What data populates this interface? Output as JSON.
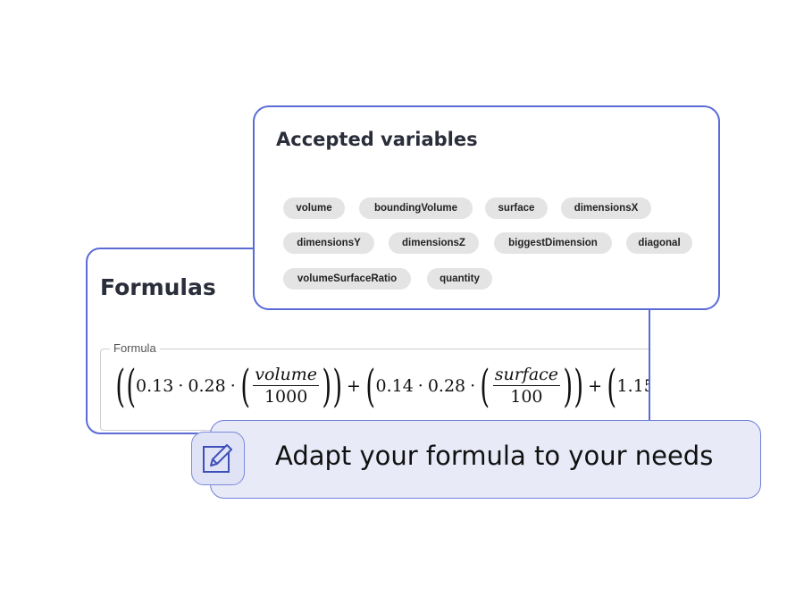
{
  "formulas": {
    "title": "Formulas",
    "field_label": "Formula",
    "expression": {
      "term1_coef": "0.13",
      "term1_factor": "0.28",
      "term1_num": "volume",
      "term1_den": "1000",
      "term2_coef": "0.14",
      "term2_factor": "0.28",
      "term2_num": "surface",
      "term2_den": "100",
      "term3_partial": "1.15",
      "dot": "·",
      "plus": "+"
    }
  },
  "variables": {
    "title": "Accepted variables",
    "chips": [
      "volume",
      "boundingVolume",
      "surface",
      "dimensionsX",
      "dimensionsY",
      "dimensionsZ",
      "biggestDimension",
      "diagonal",
      "volumeSurfaceRatio",
      "quantity"
    ]
  },
  "banner": {
    "text": "Adapt your formula to your needs",
    "icon": "edit-icon"
  },
  "colors": {
    "accent": "#5a6bd6",
    "banner_bg": "#e8eaf7",
    "chip_bg": "#e4e4e4"
  }
}
